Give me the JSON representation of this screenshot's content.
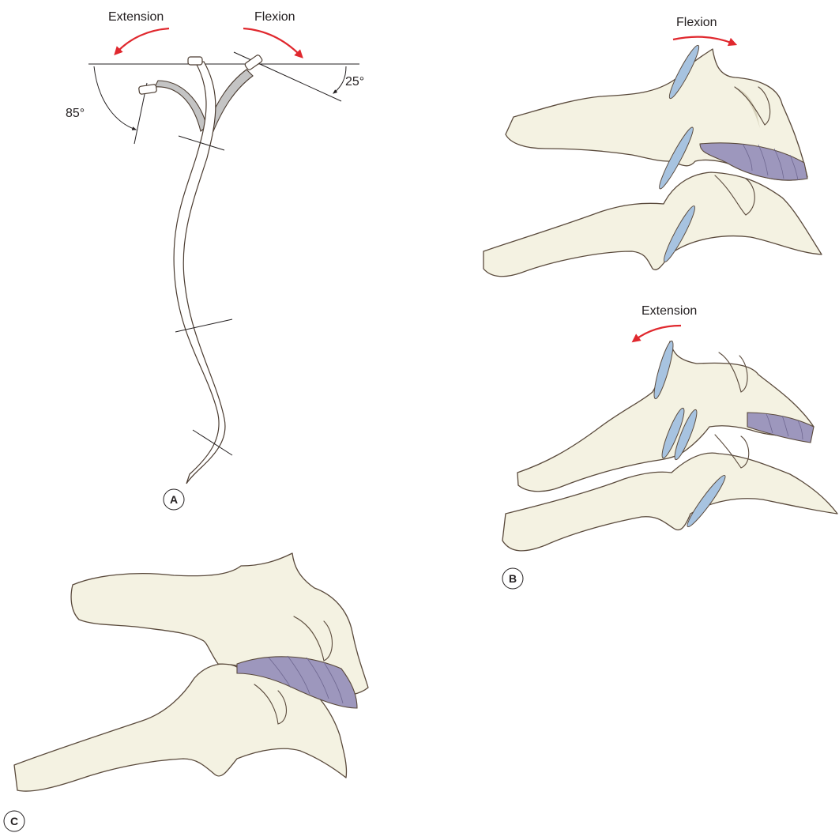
{
  "panel_a": {
    "label": "A",
    "extension_label": "Extension",
    "flexion_label": "Flexion",
    "extension_angle": "85°",
    "flexion_angle": "25°"
  },
  "panel_b": {
    "label": "B",
    "flexion_label": "Flexion",
    "extension_label": "Extension"
  },
  "panel_c": {
    "label": "C"
  },
  "colors": {
    "arrow": "#e0282e",
    "bone": "#f4f2e2",
    "facet_joint": "#a7c3e0",
    "disc": "#9d97bd",
    "instrument": "#c4c4c4"
  }
}
